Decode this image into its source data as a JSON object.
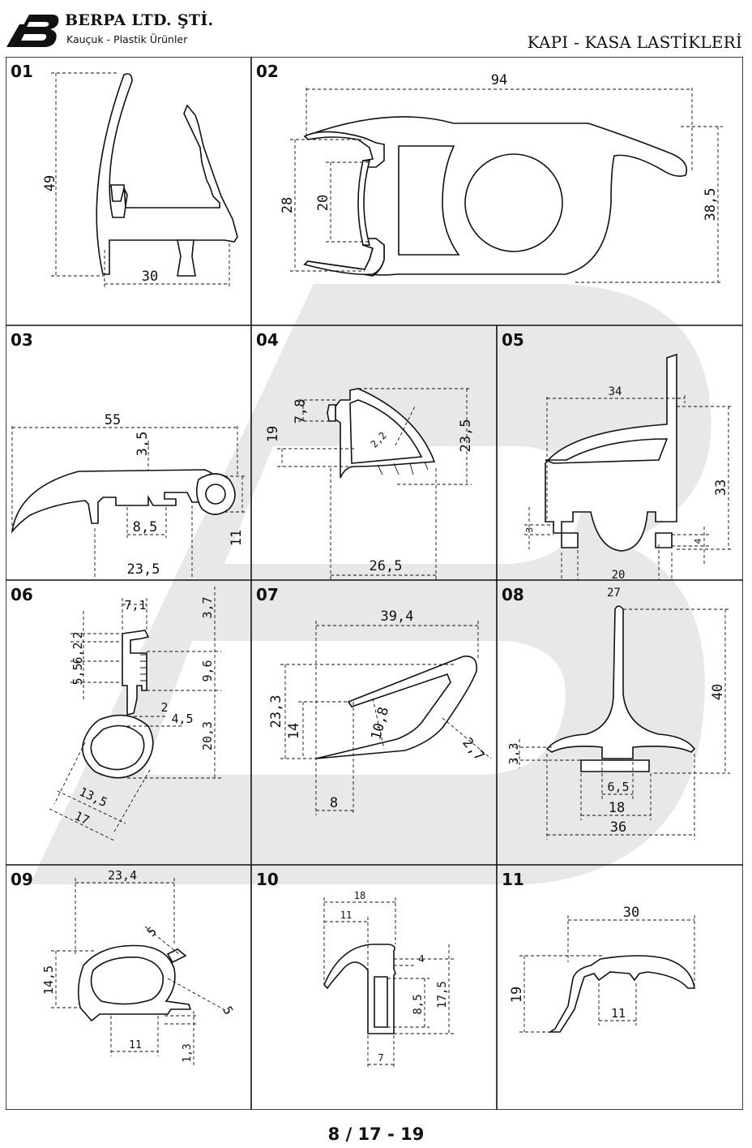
{
  "header": {
    "company": "BERPA LTD. ŞTİ.",
    "tagline": "Kauçuk - Plastik Ürünler",
    "title": "KAPI - KASA LASTİKLERİ"
  },
  "profiles": [
    {
      "id": "01",
      "dims": [
        "49",
        "30"
      ]
    },
    {
      "id": "02",
      "dims": [
        "94",
        "28",
        "20",
        "38,5"
      ]
    },
    {
      "id": "03",
      "dims": [
        "55",
        "3,5",
        "8,5",
        "23,5",
        "11"
      ]
    },
    {
      "id": "04",
      "dims": [
        "19",
        "7,8",
        "2,2",
        "23,5",
        "26,5"
      ]
    },
    {
      "id": "05",
      "dims": [
        "34",
        "33",
        "3",
        "4",
        "20",
        "27"
      ]
    },
    {
      "id": "06",
      "dims": [
        "7,1",
        "3,7",
        "2",
        "6,2",
        "5,5",
        "9,6",
        "2",
        "4,5",
        "20,3",
        "13,5",
        "17"
      ]
    },
    {
      "id": "07",
      "dims": [
        "39,4",
        "23,3",
        "14",
        "10,8",
        "2,7",
        "8"
      ]
    },
    {
      "id": "08",
      "dims": [
        "40",
        "3,3",
        "6,5",
        "18",
        "36"
      ]
    },
    {
      "id": "09",
      "dims": [
        "23,4",
        "5",
        "14,5",
        "5",
        "11",
        "1,3"
      ]
    },
    {
      "id": "10",
      "dims": [
        "18",
        "11",
        "4",
        "17,5",
        "8,5",
        "7"
      ]
    },
    {
      "id": "11",
      "dims": [
        "30",
        "19",
        "11"
      ]
    }
  ],
  "footer": {
    "page": "8 / 17 - 19"
  },
  "colors": {
    "watermark": "#e8e8e8",
    "line": "#111111"
  }
}
